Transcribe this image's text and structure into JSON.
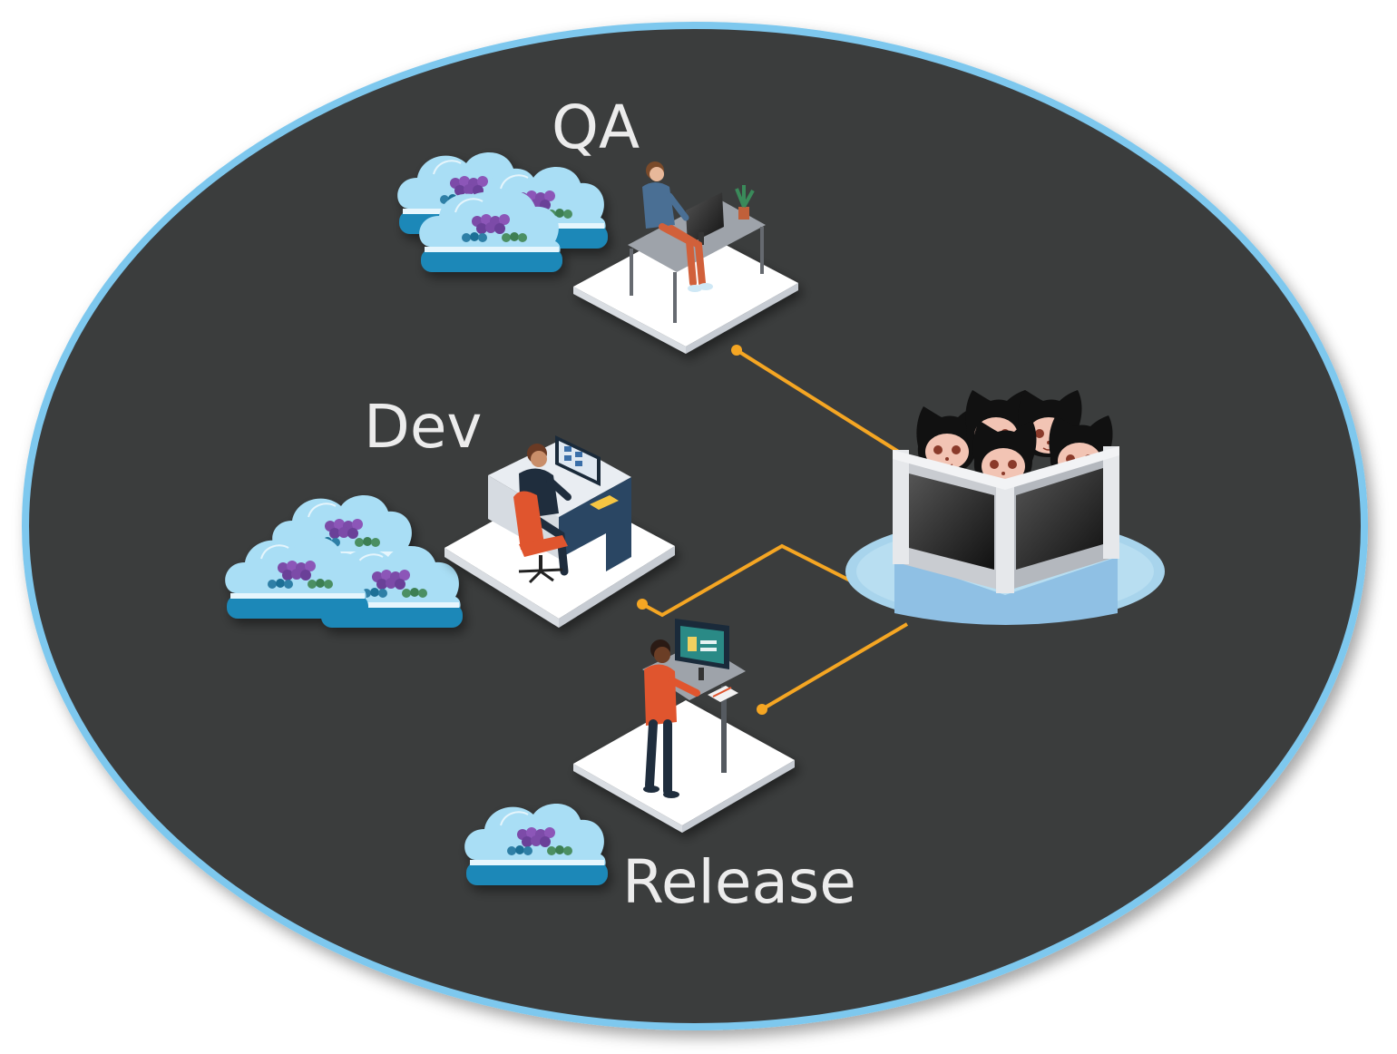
{
  "stages": {
    "qa": {
      "label": "QA",
      "cloud_count": 3
    },
    "dev": {
      "label": "Dev",
      "cloud_count": 3
    },
    "release": {
      "label": "Release",
      "cloud_count": 1
    }
  },
  "hub": {
    "mascot_count": 5
  },
  "colors": {
    "background": "#3b3c3e",
    "border": "#7ec8ee",
    "connector": "#f5a623",
    "cloud_light": "#a9def5",
    "cloud_band": "#1e88b8",
    "platform": "#ffffff",
    "pool": "#a8d4ec"
  }
}
